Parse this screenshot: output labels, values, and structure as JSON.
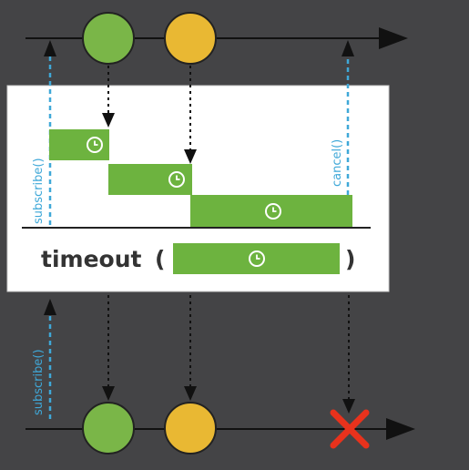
{
  "operator": {
    "name": "timeout",
    "open_paren": "(",
    "close_paren": ")"
  },
  "labels": {
    "subscribe_top": "subscribe()",
    "cancel": "cancel()",
    "subscribe_bottom": "subscribe()"
  },
  "colors": {
    "background": "#444446",
    "green_item": "#7ab648",
    "yellow_item": "#e9b833",
    "timer_bar": "#6db33f",
    "call_line": "#3fa8d8",
    "cancel_cross": "#e8321c",
    "operator_box": "#ffffff"
  },
  "icons": {
    "timer": "clock-icon",
    "cancel": "cross-icon"
  }
}
